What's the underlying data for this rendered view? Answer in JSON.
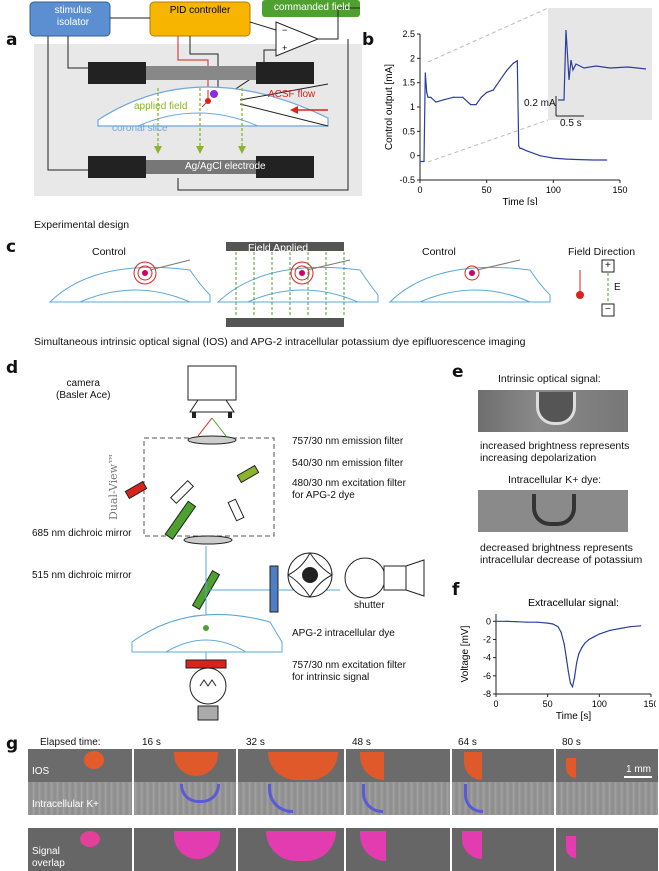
{
  "panels": {
    "a": "a",
    "b": "b",
    "c": "c",
    "d": "d",
    "e": "e",
    "f": "f",
    "g": "g"
  },
  "panel_a": {
    "stimulus_isolator": "stimulus isolator",
    "pid_controller": "PID controller",
    "commanded_field": "commanded field",
    "applied_field": "applied field",
    "acsf_flow": "ACSF flow",
    "coronal_slice": "coronal slice",
    "electrode": "Ag/AgCl electrode",
    "colors": {
      "isolator": "#5b8fd2",
      "pid": "#f7b500",
      "commanded": "#4ea12e",
      "field": "#8ab42a",
      "slice": "#6fa7de",
      "flow": "#d9231c"
    }
  },
  "panel_b": {
    "inset_scale_current": "0.2 mA",
    "inset_scale_time": "0.5 s"
  },
  "chart_data": [
    {
      "type": "line",
      "panel": "b",
      "xlabel": "Time [s]",
      "ylabel": "Control output [mA]",
      "xlim": [
        0,
        150
      ],
      "ylim": [
        -0.5,
        2.5
      ],
      "xticks": [
        "0",
        "50",
        "100",
        "150"
      ],
      "yticks": [
        "-0.5",
        "0",
        "0.5",
        "1",
        "1.5",
        "2",
        "2.5"
      ],
      "series": [
        {
          "x": [
            0,
            3,
            4,
            5,
            6,
            8,
            12,
            18,
            25,
            32,
            38,
            42,
            46,
            50,
            55,
            60,
            65,
            70,
            73,
            74,
            75,
            76,
            80,
            90,
            100,
            110,
            120,
            130,
            140
          ],
          "y": [
            -0.12,
            -0.12,
            1.7,
            1.3,
            1.2,
            1.2,
            1.1,
            1.15,
            1.2,
            1.2,
            1.05,
            1.05,
            1.2,
            1.3,
            1.35,
            1.55,
            1.75,
            1.9,
            1.95,
            0.2,
            0.15,
            0.15,
            0.1,
            0.0,
            -0.05,
            -0.07,
            -0.08,
            -0.09,
            -0.09
          ]
        }
      ],
      "color": "#2c3e9e"
    },
    {
      "type": "line",
      "panel": "f",
      "title": "Extracellular signal:",
      "xlabel": "Time [s]",
      "ylabel": "Voltage [mV]",
      "xlim": [
        0,
        150
      ],
      "ylim": [
        -8,
        0.8
      ],
      "xticks": [
        "0",
        "50",
        "100",
        "150"
      ],
      "yticks": [
        "0",
        "-2",
        "-4",
        "-6",
        "-8"
      ],
      "series": [
        {
          "x": [
            0,
            10,
            20,
            30,
            40,
            50,
            55,
            60,
            63,
            66,
            68,
            70,
            72,
            74,
            76,
            78,
            80,
            83,
            86,
            90,
            95,
            100,
            110,
            120,
            130,
            140
          ],
          "y": [
            0,
            0,
            -0.05,
            -0.1,
            -0.1,
            -0.2,
            -0.3,
            -0.6,
            -1.2,
            -2.5,
            -4,
            -5.5,
            -6.8,
            -7.2,
            -6.2,
            -4.6,
            -3.6,
            -2.9,
            -2.4,
            -2.0,
            -1.7,
            -1.4,
            -1.0,
            -0.8,
            -0.6,
            -0.5
          ]
        }
      ],
      "color": "#2c3e9e"
    }
  ],
  "section_c_title": "Experimental design",
  "panel_c": {
    "control1": "Control",
    "field_applied": "Field Applied",
    "control2": "Control",
    "field_direction": "Field Direction",
    "e_label": "E",
    "plus": "+",
    "minus": "−"
  },
  "section_d_title": "Simultaneous intrinsic optical signal (IOS) and APG-2 intracellular potassium dye epifluorescence imaging",
  "panel_d": {
    "camera": "camera\n(Basler Ace)",
    "dual_view": "Dual-View™",
    "em757": "757/30 nm emission filter",
    "em540": "540/30 nm emission filter",
    "ex480": "480/30 nm excitation filter\nfor APG-2 dye",
    "dichroic685": "685 nm dichroic mirror",
    "dichroic515": "515 nm dichroic mirror",
    "shutter": "shutter",
    "apg2": "APG-2 intracellular dye",
    "ex757": "757/30 nm excitation filter\nfor intrinsic signal"
  },
  "panel_e": {
    "ios_title": "Intrinsic optical signal:",
    "ios_caption": "increased brightness represents\nincreasing depolarization",
    "k_title": "Intracellular K+ dye:",
    "k_caption": "decreased brightness represents\nintracellular decrease of potassium"
  },
  "panel_g": {
    "elapsed": "Elapsed time:",
    "times": [
      "16 s",
      "32 s",
      "48 s",
      "64 s",
      "80 s"
    ],
    "row_ios": "IOS",
    "row_k": "Intracellular K+",
    "row_overlap": "Signal\noverlap",
    "scale": "1 mm"
  }
}
